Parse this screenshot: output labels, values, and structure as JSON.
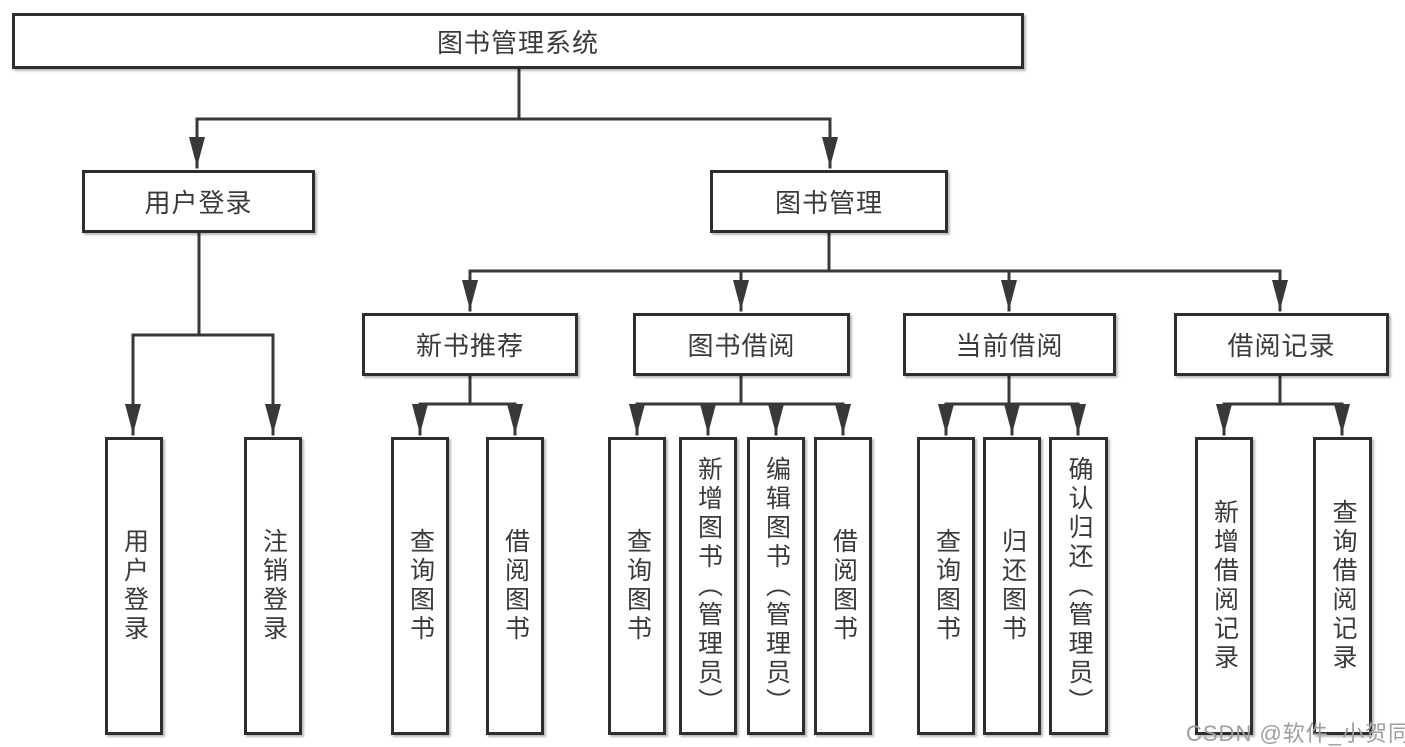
{
  "colors": {
    "line": "#383838",
    "box_border": "#2e2e2e",
    "box_fill": "#ffffff",
    "text": "#3a3a3a",
    "watermark_text": "#9e9e9e",
    "background": "#ffffff"
  },
  "watermark": "CSDN @软件_小贺同学",
  "tree": {
    "root": {
      "label": "图书管理系统"
    },
    "branches": [
      {
        "label": "用户登录",
        "children": [
          {
            "label": "用户登录"
          },
          {
            "label": "注销登录"
          }
        ]
      },
      {
        "label": "图书管理",
        "children": [
          {
            "label": "新书推荐",
            "children": [
              {
                "label": "查询图书"
              },
              {
                "label": "借阅图书"
              }
            ]
          },
          {
            "label": "图书借阅",
            "children": [
              {
                "label": "查询图书"
              },
              {
                "label": "新增图书（管理员）"
              },
              {
                "label": "编辑图书（管理员）"
              },
              {
                "label": "借阅图书"
              }
            ]
          },
          {
            "label": "当前借阅",
            "children": [
              {
                "label": "查询图书"
              },
              {
                "label": "归还图书"
              },
              {
                "label": "确认归还（管理员）"
              }
            ]
          },
          {
            "label": "借阅记录",
            "children": [
              {
                "label": "新增借阅记录"
              },
              {
                "label": "查询借阅记录"
              }
            ]
          }
        ]
      }
    ]
  }
}
